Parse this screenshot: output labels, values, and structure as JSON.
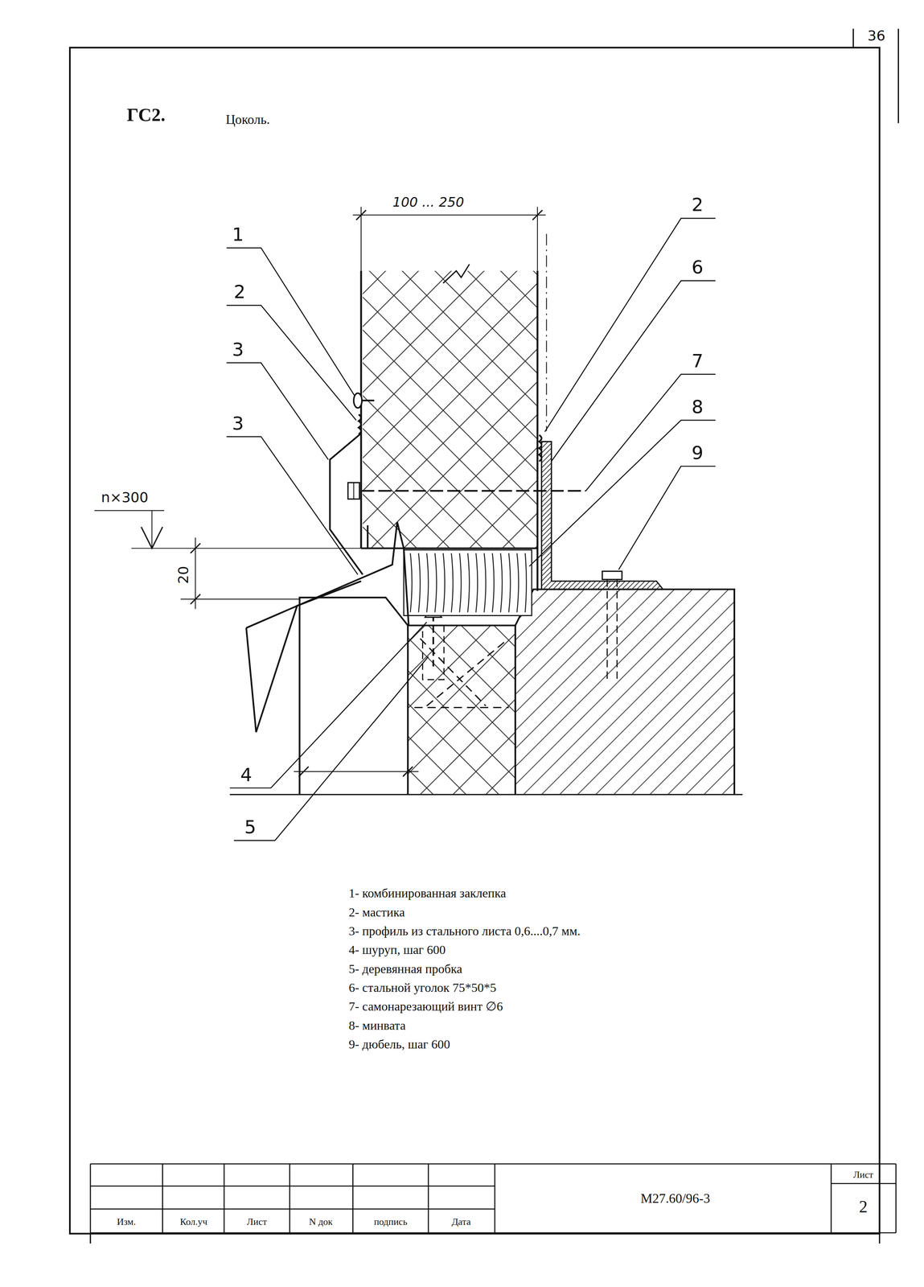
{
  "diagram": {
    "title": "ГС2.",
    "labels": [
      "36",
      "Цоколь.",
      "100 ... 250",
      "1",
      "2",
      "3",
      "3",
      "n×300",
      "20",
      "4",
      "5",
      "2",
      "6",
      "7",
      "8",
      "9",
      "1- комбинированная заклепка",
      "2- мастика",
      "3- профиль из стального листа 0,6....0,7 мм.",
      "4- шуруп, шаг 600",
      "5- деревянная пробка",
      "6- стальной уголок 75*50*5",
      "7- самонарезающий винт ∅6",
      "8- минвата",
      "9- дюбель, шаг 600",
      "Изм.",
      "Кол.уч",
      "Лист",
      "N док",
      "подпись",
      "Дата",
      "М27.60/96-3",
      "Лист",
      "2"
    ]
  }
}
